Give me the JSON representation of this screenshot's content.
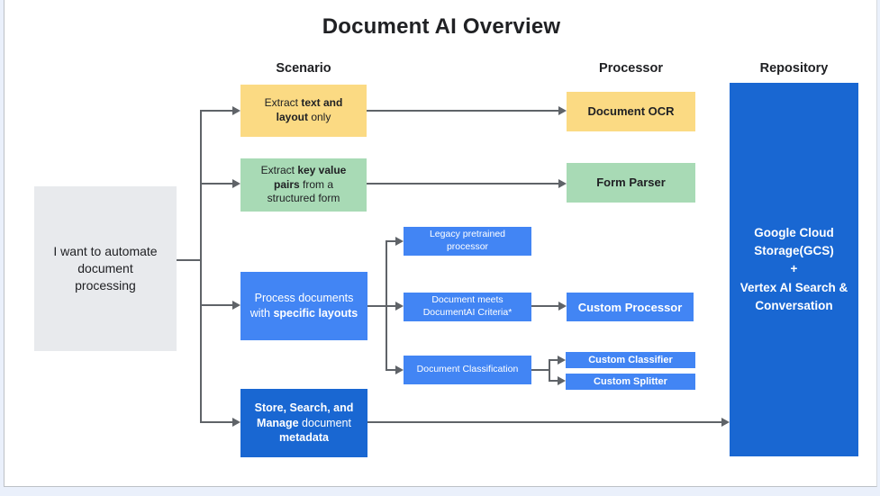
{
  "title": "Document AI Overview",
  "columns": {
    "scenario": "Scenario",
    "processor": "Processor",
    "repository": "Repository"
  },
  "start_box": {
    "text": "I want to automate document processing"
  },
  "scenarios": {
    "extract_text": "Extract **text and layout** only",
    "extract_kv": "Extract **key value pairs** from a structured form",
    "specific_layouts": "Process documents with **specific layouts**",
    "store_search": "**Store, Search, and Manage** document **metadata**"
  },
  "branches": {
    "legacy": "Legacy pretrained processor",
    "meets_criteria": "Document meets DocumentAI Criteria*",
    "classification": "Document Classification"
  },
  "processors": {
    "ocr": "Document OCR",
    "form_parser": "Form Parser",
    "custom_processor": "Custom Processor",
    "custom_classifier": "Custom Classifier",
    "custom_splitter": "Custom Splitter"
  },
  "repository": {
    "lines": [
      "Google Cloud Storage(GCS)",
      "+",
      "Vertex AI Search & Conversation"
    ]
  },
  "colors": {
    "yellow": "#FBDA83",
    "green": "#A8DAB5",
    "blue": "#4285F4",
    "dark_blue": "#1967D2",
    "gray_box": "#E8EAED",
    "connector": "#5F6368",
    "text_dark": "#202124",
    "background": "#FFFFFF"
  }
}
